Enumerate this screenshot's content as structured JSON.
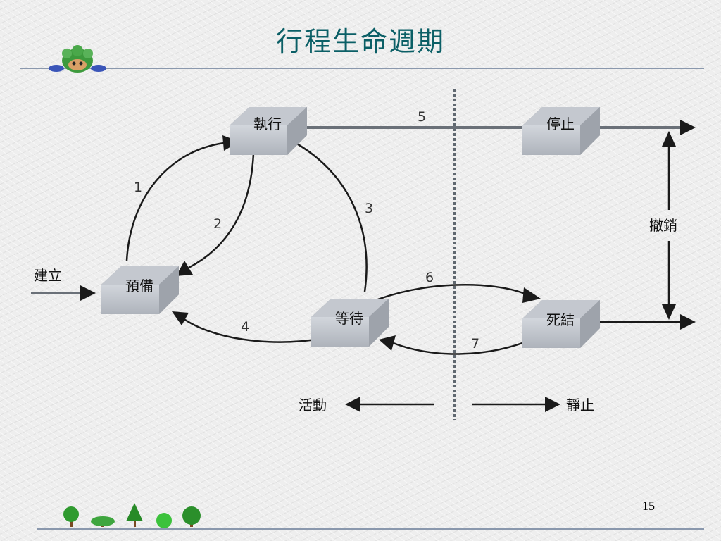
{
  "slide": {
    "title": "行程生命週期",
    "page_number": "15"
  },
  "nodes": {
    "running": "執行",
    "ready": "預備",
    "waiting": "等待",
    "stopped": "停止",
    "deadlocked": "死結"
  },
  "edges": {
    "e1": "1",
    "e2": "2",
    "e3": "3",
    "e4": "4",
    "e5": "5",
    "e6": "6",
    "e7": "7"
  },
  "labels": {
    "create": "建立",
    "revoke": "撤銷",
    "active": "活動",
    "static": "靜止"
  },
  "icons": {
    "mascot": "green-haired-peeking-character",
    "trees": "tree-row"
  },
  "colors": {
    "title": "#0b5f66",
    "node_fill": "#b8bcc4",
    "line": "#2b2b2b",
    "divider": "#606870"
  }
}
